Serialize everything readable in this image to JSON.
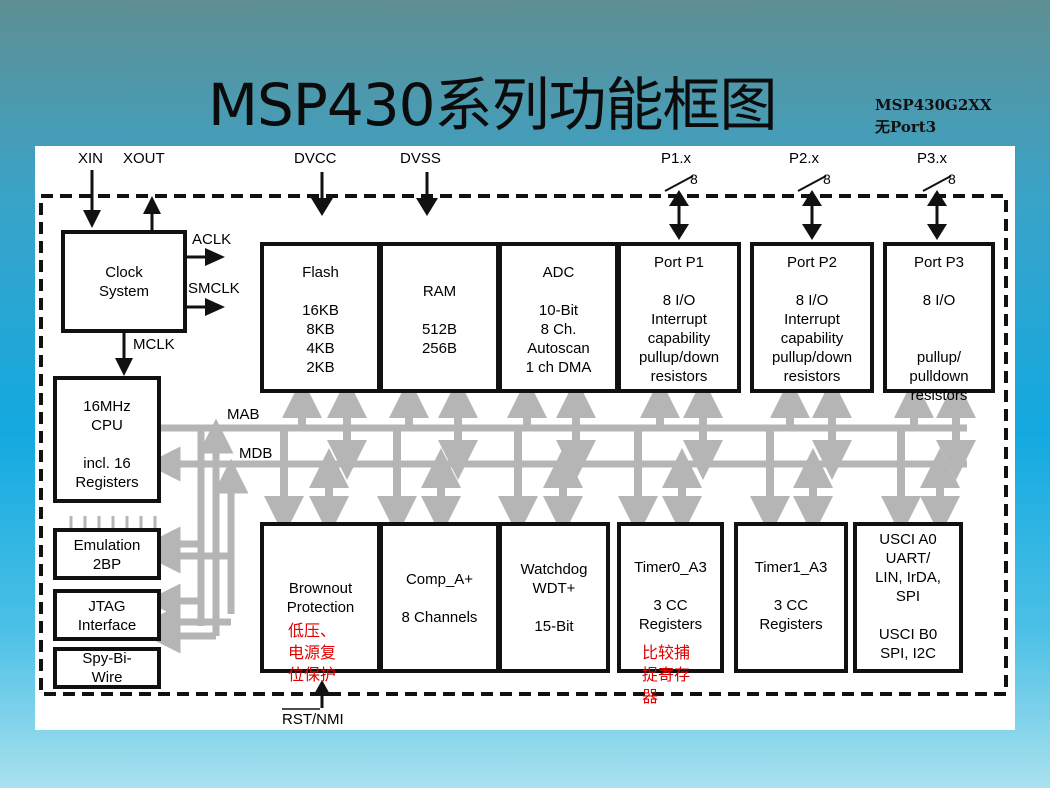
{
  "title": "MSP430系列功能框图",
  "note": [
    "MSP430G2XX",
    "无Port3"
  ],
  "pins": {
    "xin": "XIN",
    "xout": "XOUT",
    "dvcc": "DVCC",
    "dvss": "DVSS",
    "p1": "P1.x",
    "p2": "P2.x",
    "p3": "P3.x",
    "bus_width": "8",
    "rst": "RST/NMI"
  },
  "clock": {
    "label": [
      "Clock",
      "System"
    ],
    "aclk": "ACLK",
    "smclk": "SMCLK",
    "mclk": "MCLK"
  },
  "buses": {
    "mab": "MAB",
    "mdb": "MDB"
  },
  "top_blocks": [
    {
      "id": "flash",
      "lines": [
        "Flash",
        "",
        "16KB",
        "8KB",
        "4KB",
        "2KB"
      ]
    },
    {
      "id": "ram",
      "lines": [
        "RAM",
        "",
        "512B",
        "256B"
      ]
    },
    {
      "id": "adc",
      "lines": [
        "ADC",
        "",
        "10-Bit",
        "8 Ch.",
        "Autoscan",
        "1 ch DMA"
      ]
    },
    {
      "id": "port-p1",
      "lines": [
        "Port P1",
        "",
        "8 I/O",
        "Interrupt",
        "capability",
        "pullup/down",
        "resistors"
      ]
    },
    {
      "id": "port-p2",
      "lines": [
        "Port P2",
        "",
        "8 I/O",
        "Interrupt",
        "capability",
        "pullup/down",
        "resistors"
      ]
    },
    {
      "id": "port-p3",
      "lines": [
        "Port P3",
        "",
        "8 I/O",
        "",
        "",
        "pullup/",
        "pulldown",
        "resistors"
      ]
    }
  ],
  "cpu": {
    "lines": [
      "16MHz",
      "CPU",
      "",
      "incl. 16",
      "Registers"
    ]
  },
  "debug_blocks": [
    {
      "id": "emulation",
      "lines": [
        "Emulation",
        "2BP"
      ]
    },
    {
      "id": "jtag",
      "lines": [
        "JTAG",
        "Interface"
      ]
    },
    {
      "id": "spy-bi-wire",
      "lines": [
        "Spy-Bi-",
        "Wire"
      ]
    }
  ],
  "bottom_blocks": [
    {
      "id": "brownout",
      "lines": [
        "Brownout",
        "Protection"
      ]
    },
    {
      "id": "comp-a",
      "lines": [
        "Comp_A+",
        "",
        "8 Channels"
      ]
    },
    {
      "id": "watchdog",
      "lines": [
        "Watchdog",
        "WDT+",
        "",
        "15-Bit"
      ]
    },
    {
      "id": "timer0",
      "lines": [
        "Timer0_A3",
        "",
        "3 CC",
        "Registers"
      ]
    },
    {
      "id": "timer1",
      "lines": [
        "Timer1_A3",
        "",
        "3 CC",
        "Registers"
      ]
    },
    {
      "id": "usci",
      "lines": [
        "USCI A0",
        "UART/",
        "LIN, IrDA,",
        "SPI",
        "",
        "USCI B0",
        "SPI, I2C"
      ]
    }
  ],
  "annotations": {
    "brownout_cn": [
      "低压、",
      "电源复",
      "位保护"
    ],
    "timer_cn": [
      "比较捕",
      "捉寄存",
      "器"
    ]
  },
  "colors": {
    "bus": "#b5b5b5",
    "annotation": "#e00000",
    "border": "#111111"
  }
}
